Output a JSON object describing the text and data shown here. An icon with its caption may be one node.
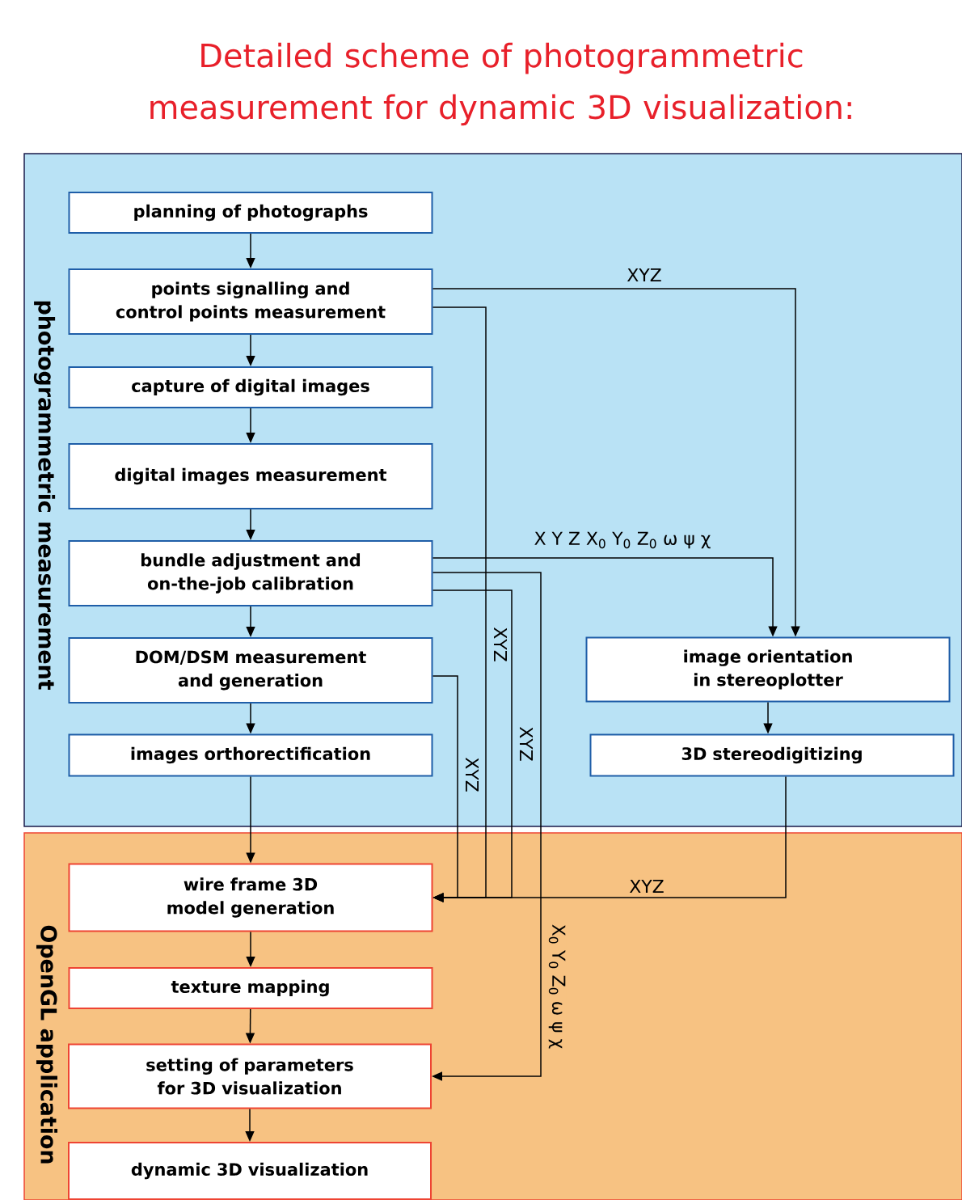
{
  "diagram": {
    "title": "Detailed scheme of photogrammetric measurement for dynamic 3D visualization:",
    "nodes": [
      {
        "text": [
          "photogrammetric measurement"
        ]
      },
      {
        "text": [
          "OpenGL application"
        ]
      },
      {
        "text": [
          "planning of photographs"
        ],
        "in": 0
      },
      {
        "text": [
          "points signalling and control points measurement"
        ],
        "in": 0
      },
      {
        "text": [
          "capture of digital images"
        ],
        "in": 0
      },
      {
        "text": [
          "digital images measurement"
        ],
        "in": 0
      },
      {
        "text": [
          "bundle adjustment and on-the-job calibration"
        ],
        "in": 0
      },
      {
        "text": [
          "DOM/DSM measurement and generation"
        ],
        "in": 0
      },
      {
        "text": [
          "images orthorectification"
        ],
        "in": 0
      },
      {
        "text": [
          "image orientation in stereoplotter"
        ],
        "in": 0
      },
      {
        "text": [
          "3D stereodigitizing"
        ],
        "in": 0
      },
      {
        "text": [
          "wire frame 3D model generation"
        ],
        "in": 1
      },
      {
        "text": [
          "texture mapping"
        ],
        "in": 1
      },
      {
        "text": [
          "setting of parameters for 3D visualization"
        ],
        "in": 1
      },
      {
        "text": [
          "dynamic 3D visualization"
        ],
        "in": 1
      }
    ],
    "edges": [
      {
        "from": 2,
        "to": 3,
        "arrow": "to"
      },
      {
        "from": 3,
        "to": 4,
        "arrow": "to"
      },
      {
        "from": 4,
        "to": 5,
        "arrow": "to"
      },
      {
        "from": 5,
        "to": 6,
        "arrow": "to"
      },
      {
        "from": 6,
        "to": 7,
        "arrow": "to"
      },
      {
        "from": 7,
        "to": 8,
        "arrow": "to"
      },
      {
        "from": 8,
        "to": 11,
        "arrow": "to"
      },
      {
        "from": 11,
        "to": 12,
        "arrow": "to"
      },
      {
        "from": 12,
        "to": 13,
        "arrow": "to"
      },
      {
        "from": 13,
        "to": 14,
        "arrow": "to"
      },
      {
        "from": 9,
        "to": 10,
        "arrow": "to"
      },
      {
        "from": 3,
        "to": 9,
        "arrow": "to",
        "label": "XYZ"
      },
      {
        "from": 6,
        "to": 9,
        "arrow": "to",
        "label": "X Y Z X$_{0}$ Y$_{0}$ Z$_{0}$ ω ψ χ"
      },
      {
        "from": 3,
        "to": 11,
        "arrow": "to",
        "label": "XYZ"
      },
      {
        "from": 6,
        "to": 11,
        "arrow": "to",
        "label": "XYZ"
      },
      {
        "from": 7,
        "to": 11,
        "arrow": "to",
        "label": "XYZ"
      },
      {
        "from": 6,
        "to": 13,
        "arrow": "to",
        "label": "X$_{0}$ Y$_{0}$ Z$_{0}$ ω ψ χ"
      },
      {
        "from": 10,
        "to": 11,
        "arrow": "to",
        "label": "XYZ"
      }
    ]
  }
}
